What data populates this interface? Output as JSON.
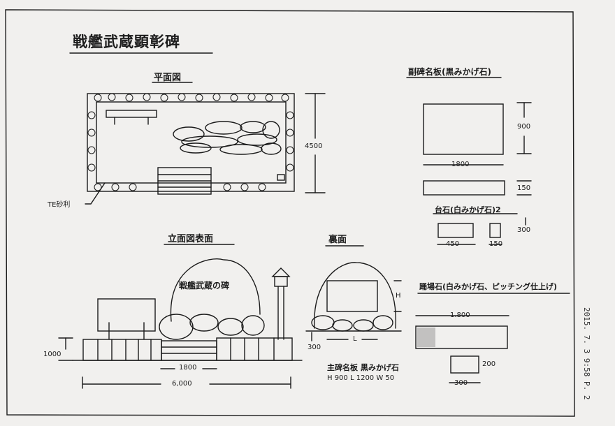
{
  "title": "戦艦武蔵顕彰碑",
  "plan": {
    "label": "平面図",
    "dim_depth": "4500",
    "gravel_note": "TE砂利"
  },
  "elevation": {
    "label": "立面図表面",
    "stone_text": "戦艦武蔵の碑",
    "dim_height": "1000",
    "dim_step": "1800",
    "dim_width": "6,000"
  },
  "rear": {
    "label": "裏面",
    "dim_h": "H",
    "dim_l": "L",
    "dim_base": "300",
    "note_title": "主碑名板 黒みかげ石",
    "note_dims": "H 900  L 1200  W 50"
  },
  "sub_plate": {
    "label": "副碑名板(黒みかげ石)",
    "dim_width": "1800",
    "dim_height": "900",
    "dim_thickness": "150"
  },
  "pedestal": {
    "label": "台石(白みかげ石)2",
    "dim_length": "450",
    "dim_width": "150",
    "dim_height": "300"
  },
  "guide_stone": {
    "label": "踊場石(白みかげ石、ピッチング仕上げ)",
    "dim_length": "1.800",
    "dim_height": "200",
    "dim_width": "300"
  },
  "fax_stamp": "2015. 7. 3  9:58  P. 2"
}
